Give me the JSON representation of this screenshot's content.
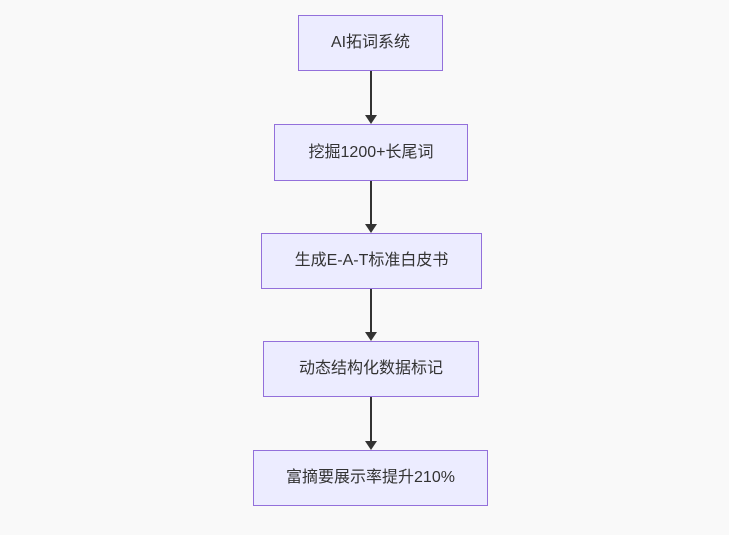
{
  "diagram": {
    "type": "flowchart",
    "direction": "top-down",
    "colors": {
      "background": "#f9f9f9",
      "node_fill": "#ECECFF",
      "node_border": "#9370DB",
      "text_color": "#333333",
      "arrow_color": "#333333"
    },
    "nodes": [
      {
        "id": "n1",
        "label": "AI拓词系统"
      },
      {
        "id": "n2",
        "label": "挖掘1200+长尾词"
      },
      {
        "id": "n3",
        "label": "生成E-A-T标准白皮书"
      },
      {
        "id": "n4",
        "label": "动态结构化数据标记"
      },
      {
        "id": "n5",
        "label": "富摘要展示率提升210%"
      }
    ],
    "edges": [
      {
        "from": "n1",
        "to": "n2"
      },
      {
        "from": "n2",
        "to": "n3"
      },
      {
        "from": "n3",
        "to": "n4"
      },
      {
        "from": "n4",
        "to": "n5"
      }
    ]
  }
}
